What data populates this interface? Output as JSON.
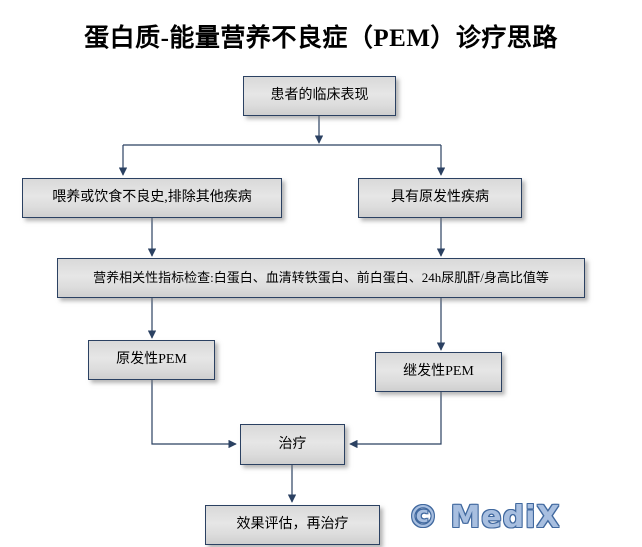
{
  "title": "蛋白质-能量营养不良症（PEM）诊疗思路",
  "watermark": "© MediX",
  "theme": {
    "background": "#ffffff",
    "node_fill_top": "#d9d9d9",
    "node_fill_bottom": "#cfcfcf",
    "node_border": "#2b4162",
    "connector": "#2b4162",
    "title_color": "#000000",
    "watermark_fill": "#a8bfe0",
    "watermark_outline": "#41699f"
  },
  "chart_data": {
    "type": "diagram",
    "title": "蛋白质-能量营养不良症（PEM）诊疗思路",
    "nodes": [
      {
        "id": "clinical",
        "label": "患者的临床表现"
      },
      {
        "id": "history",
        "label": "喂养或饮食不良史,排除其他疾病"
      },
      {
        "id": "primary-disease",
        "label": "具有原发性疾病"
      },
      {
        "id": "lab",
        "label": "营养相关性指标检查:白蛋白、血清转铁蛋白、前白蛋白、24h尿肌酐/身高比值等"
      },
      {
        "id": "primary-pem",
        "label": "原发性PEM"
      },
      {
        "id": "secondary-pem",
        "label": "继发性PEM"
      },
      {
        "id": "treatment",
        "label": "治疗"
      },
      {
        "id": "evaluate",
        "label": "效果评估，再治疗"
      }
    ],
    "edges": [
      {
        "from": "clinical",
        "to": "history"
      },
      {
        "from": "clinical",
        "to": "primary-disease"
      },
      {
        "from": "history",
        "to": "lab"
      },
      {
        "from": "primary-disease",
        "to": "lab"
      },
      {
        "from": "lab",
        "to": "primary-pem"
      },
      {
        "from": "lab",
        "to": "secondary-pem"
      },
      {
        "from": "primary-pem",
        "to": "treatment"
      },
      {
        "from": "secondary-pem",
        "to": "treatment"
      },
      {
        "from": "treatment",
        "to": "evaluate"
      }
    ]
  },
  "nodes": {
    "clinical": {
      "label": "患者的临床表现"
    },
    "history": {
      "label": "喂养或饮食不良史,排除其他疾病"
    },
    "primary_disease": {
      "label": "具有原发性疾病"
    },
    "lab": {
      "label": "营养相关性指标检查:白蛋白、血清转铁蛋白、前白蛋白、24h尿肌酐/身高比值等"
    },
    "primary_pem": {
      "label": "原发性PEM"
    },
    "secondary_pem": {
      "label": "继发性PEM"
    },
    "treatment": {
      "label": "治疗"
    },
    "evaluate": {
      "label": "效果评估，再治疗"
    }
  }
}
